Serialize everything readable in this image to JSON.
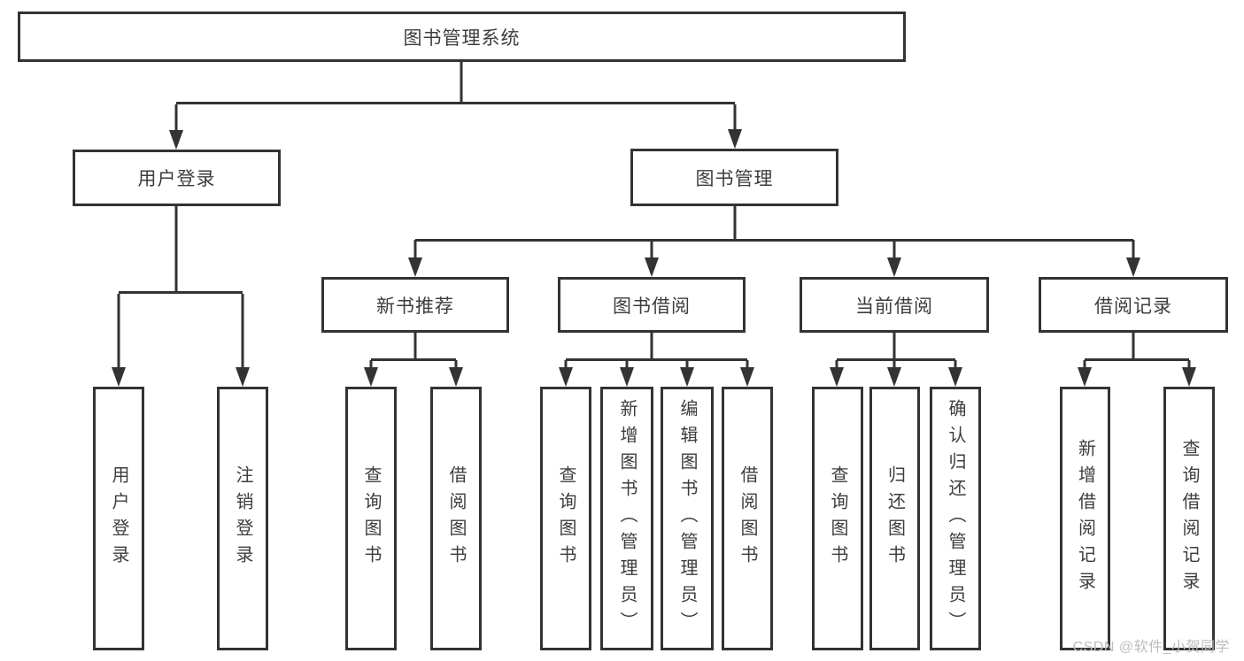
{
  "tree": {
    "root": {
      "label": "图书管理系统"
    },
    "branches": [
      {
        "label": "用户登录",
        "children": [
          {
            "label": "用户登录"
          },
          {
            "label": "注销登录"
          }
        ]
      },
      {
        "label": "图书管理",
        "children": [
          {
            "label": "新书推荐",
            "children": [
              {
                "label": "查询图书"
              },
              {
                "label": "借阅图书"
              }
            ]
          },
          {
            "label": "图书借阅",
            "children": [
              {
                "label": "查询图书"
              },
              {
                "label": "新增图书（管理员）"
              },
              {
                "label": "编辑图书（管理员）"
              },
              {
                "label": "借阅图书"
              }
            ]
          },
          {
            "label": "当前借阅",
            "children": [
              {
                "label": "查询图书"
              },
              {
                "label": "归还图书"
              },
              {
                "label": "确认归还（管理员）"
              }
            ]
          },
          {
            "label": "借阅记录",
            "children": [
              {
                "label": "新增借阅记录"
              },
              {
                "label": "查询借阅记录"
              }
            ]
          }
        ]
      }
    ]
  },
  "watermark": {
    "text": "CSDN @软件_小贺同学"
  },
  "colors": {
    "line": "#333333",
    "box_border": "#333333",
    "box_bg": "#ffffff",
    "text": "#3d3d3d",
    "watermark": "#bdbdbd"
  }
}
